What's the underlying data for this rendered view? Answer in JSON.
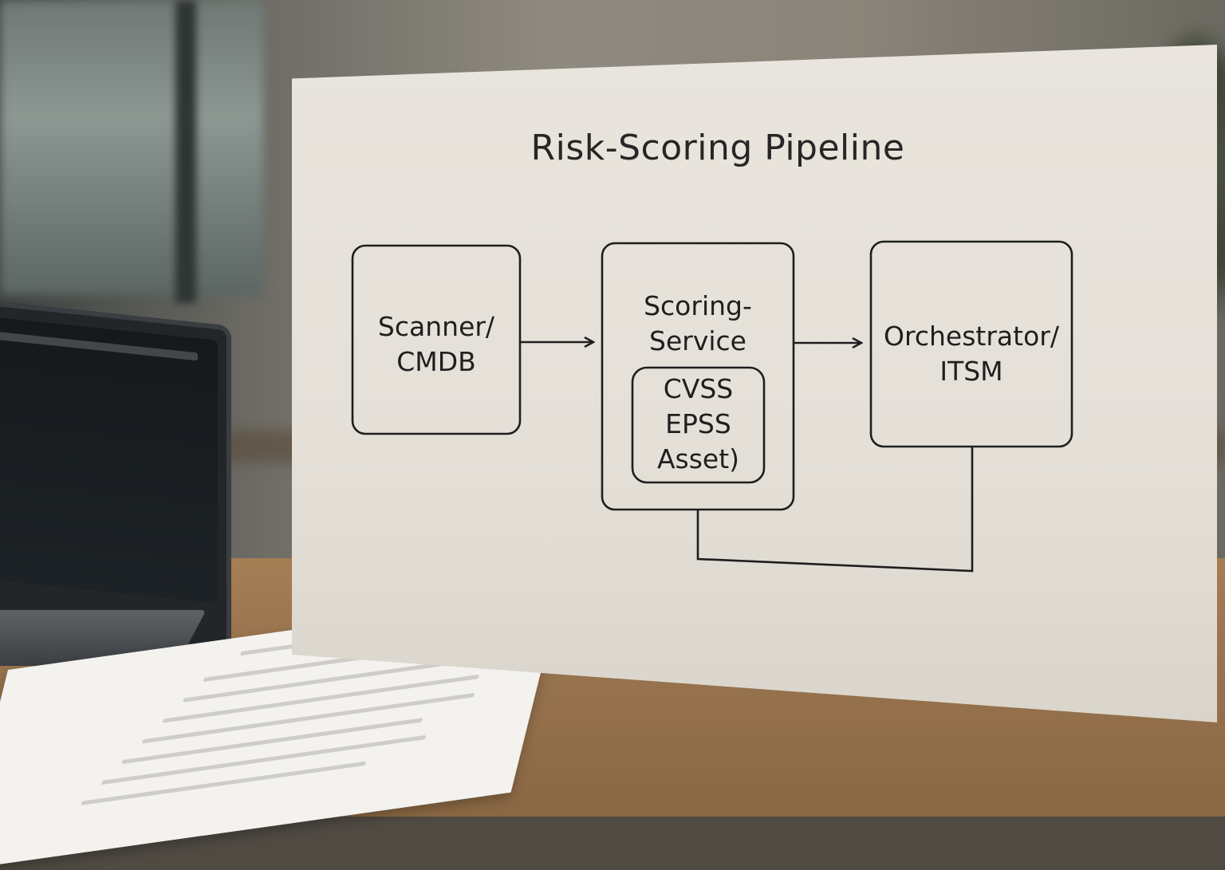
{
  "title": "Risk-Scoring Pipeline",
  "nodes": {
    "scanner": {
      "lines": [
        "Scanner/",
        "CMDB"
      ]
    },
    "scoring": {
      "lines": [
        "Scoring-",
        "Service"
      ]
    },
    "scoring_inner": {
      "lines": [
        "CVSS",
        "EPSS",
        "Asset)"
      ]
    },
    "orchestrator": {
      "lines": [
        "Orchestrator/",
        "ITSM"
      ]
    }
  },
  "edges": [
    {
      "from": "scanner",
      "to": "scoring",
      "style": "arrow"
    },
    {
      "from": "scoring",
      "to": "orchestrator",
      "style": "arrow"
    },
    {
      "from": "orchestrator",
      "to": "scoring",
      "style": "feedback-line"
    }
  ],
  "colors": {
    "stroke": "#1e1e1e",
    "board": "#e7e3dc",
    "desk": "#9a7550"
  }
}
